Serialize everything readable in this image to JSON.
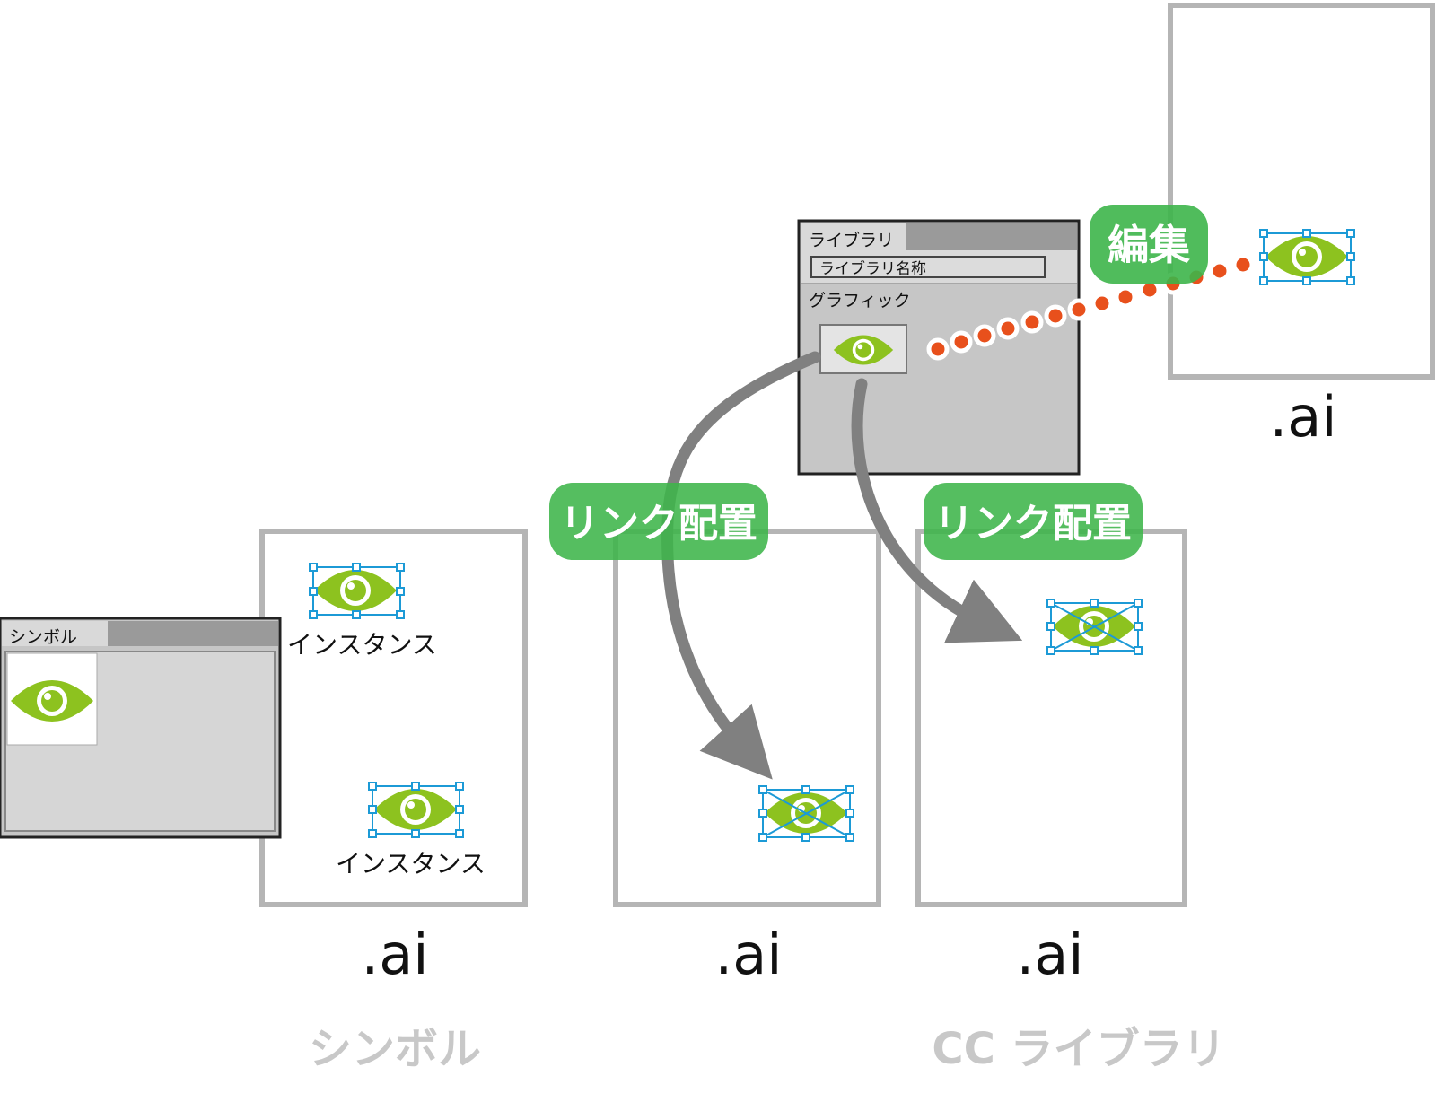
{
  "symbol_panel": {
    "tab": "シンボル"
  },
  "library_panel": {
    "tab": "ライブラリ",
    "library_name": "ライブラリ名称",
    "section": "グラフィック"
  },
  "instance_label": "インスタンス",
  "file_ext": ".ai",
  "labels": {
    "link_place": "リンク配置",
    "edit": "編集"
  },
  "categories": {
    "symbol": "シンボル",
    "cc_library": "CC ライブラリ"
  },
  "colors": {
    "eye_green": "#8dc21f",
    "badge_green": "#3db54a",
    "selection_blue": "#1c9ad6",
    "dot_orange": "#e8501c",
    "frame_gray": "#b5b5b5",
    "panel_gray": "#c6c6c6",
    "arrow_gray": "#808080",
    "category_gray": "#c8c8c8"
  },
  "icons": [
    "eye-icon"
  ]
}
